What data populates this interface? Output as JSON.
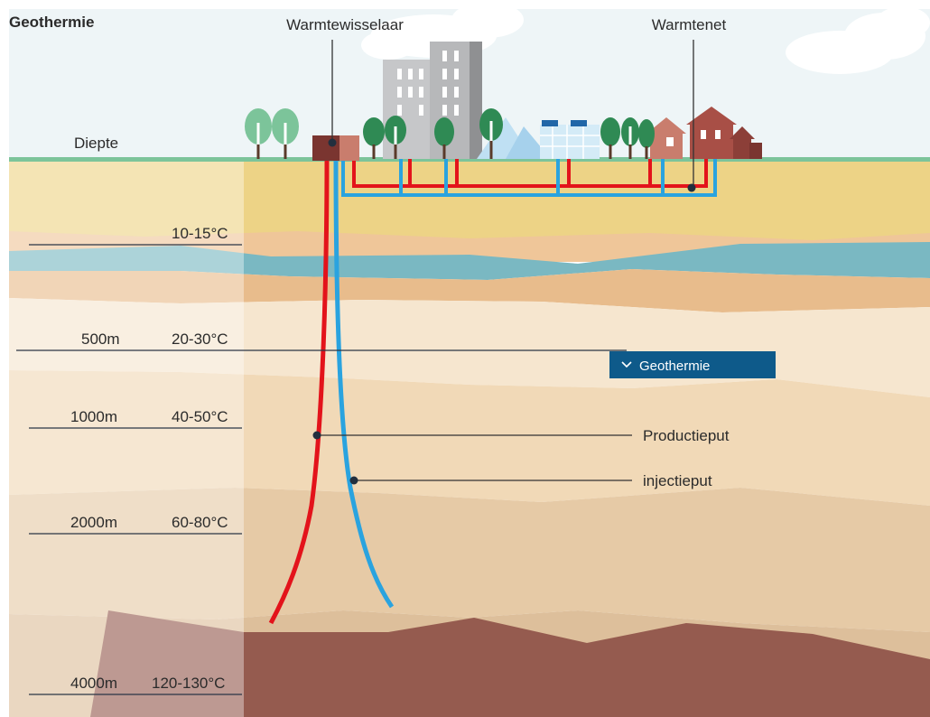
{
  "title": "Geothermie",
  "labels": {
    "depth_header": "Diepte",
    "heat_exchanger": "Warmtewisselaar",
    "heat_network": "Warmtenet",
    "production_well": "Productieput",
    "injection_well": "injectieput"
  },
  "dropdown": {
    "label": "Geothermie",
    "icon": "chevron-down-icon"
  },
  "depth_rows": [
    {
      "depth": "",
      "temperature": "10-15°C"
    },
    {
      "depth": "500m",
      "temperature": "20-30°C"
    },
    {
      "depth": "1000m",
      "temperature": "40-50°C"
    },
    {
      "depth": "2000m",
      "temperature": "60-80°C"
    },
    {
      "depth": "4000m",
      "temperature": "120-130°C"
    }
  ],
  "colors": {
    "title": "#1a8f9a",
    "production_pipe": "#e3131b",
    "injection_pipe": "#2aa3df",
    "dropdown_bg": "#0e5a8a",
    "ground_line": "#7cc49a",
    "sky": "#eef5f7",
    "deep_rock": "#955b4f"
  }
}
